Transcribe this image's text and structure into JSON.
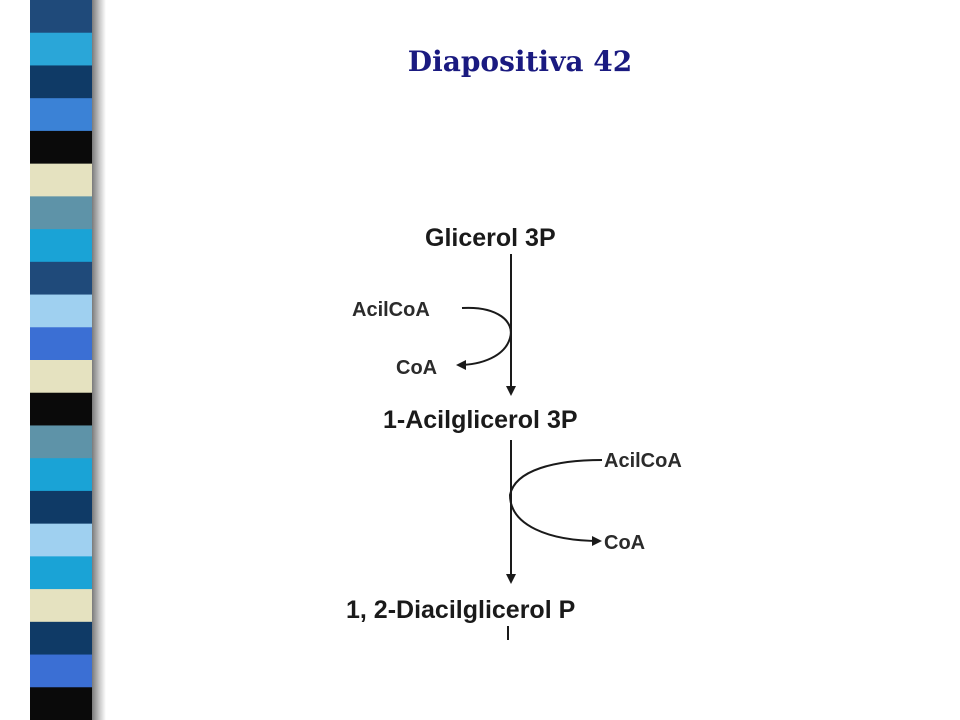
{
  "slide": {
    "title": "Diapositiva 42"
  },
  "stripe_colors": [
    "#1f4a7a",
    "#2aa6d8",
    "#0f3a66",
    "#3b82d6",
    "#0a0a0a",
    "#e5e2c0",
    "#5e93a8",
    "#1aa3d6",
    "#1f4a7a",
    "#9fd0f0",
    "#3b6fd4",
    "#e5e2c0",
    "#0a0a0a",
    "#5e93a8",
    "#1aa3d6",
    "#0f3a66",
    "#9fd0f0",
    "#1aa3d6",
    "#e5e2c0",
    "#0f3a66",
    "#3b6fd4",
    "#0a0a0a"
  ],
  "pathway": {
    "step1_substrate": "Glicerol 3P",
    "step1_input": "AcilCoA",
    "step1_output": "CoA",
    "step2_substrate": "1-Acilglicerol 3P",
    "step2_input": "AcilCoA",
    "step2_output": "CoA",
    "product": "1, 2-Diacilglicerol P"
  }
}
